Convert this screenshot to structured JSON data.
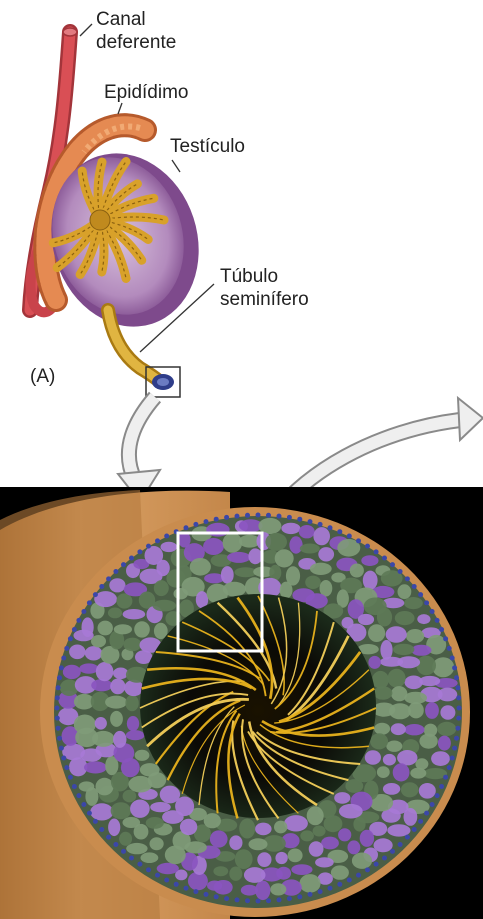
{
  "labels": {
    "canal_line1": "Canal",
    "canal_line2": "deferente",
    "epididimo": "Epidídimo",
    "testiculo": "Testículo",
    "tubulo_line1": "Túbulo",
    "tubulo_line2": "seminífero",
    "panel": "(A)"
  },
  "colors": {
    "canal": "#d94f55",
    "epididymis": "#e58a52",
    "testis_outer": "#8f5a9a",
    "testis_inner": "#c9a8cf",
    "tubules": "#d8a12a",
    "photo_background": "#000000",
    "tubule_wall": "#c88a4a",
    "germ_cells": "#8a55c0",
    "sertoli": "#5d7a57",
    "flagella": "#e8b21c",
    "inset_box": "#ffffff"
  }
}
